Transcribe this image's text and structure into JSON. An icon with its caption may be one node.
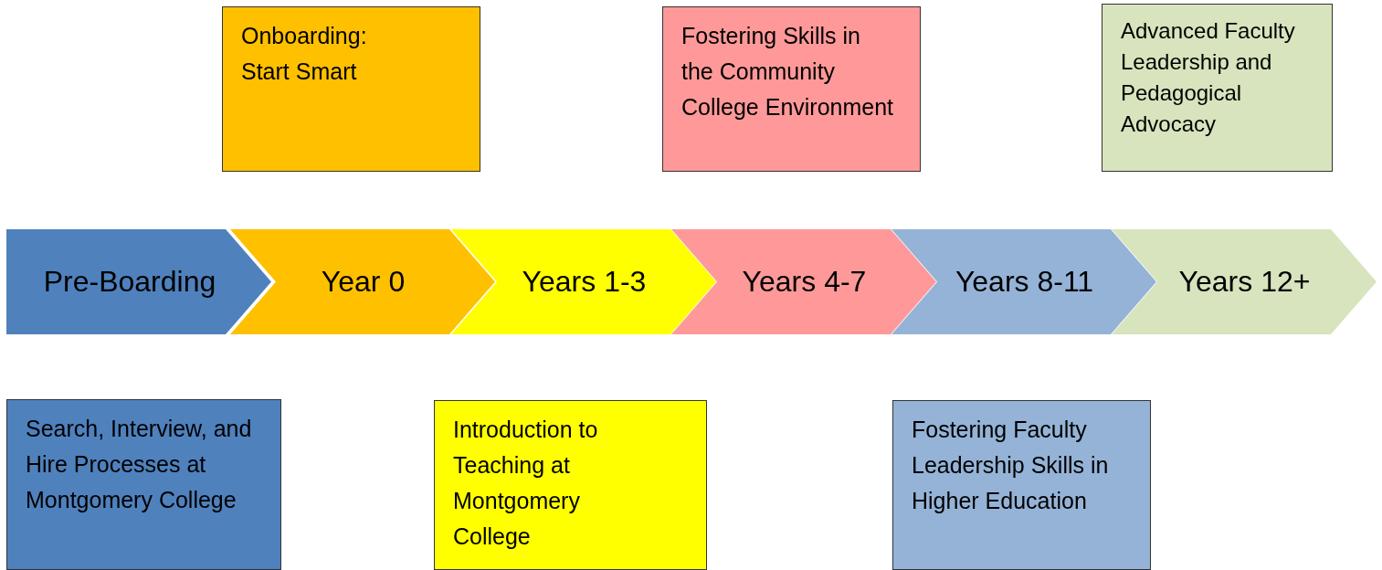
{
  "diagram": {
    "nodes": [
      {
        "text": [
          "Onboarding: Start Smart"
        ]
      },
      {
        "text": [
          "Fostering Skills in the Community College Environment"
        ]
      },
      {
        "text": [
          "Advanced Faculty Leadership and Pedagogical Advocacy"
        ]
      },
      {
        "text": [
          "Pre-Boarding"
        ]
      },
      {
        "text": [
          "Year 0"
        ]
      },
      {
        "text": [
          "Years 1-3"
        ]
      },
      {
        "text": [
          "Years 4-7"
        ]
      },
      {
        "text": [
          "Years 8-11"
        ]
      },
      {
        "text": [
          "Years 12+"
        ]
      },
      {
        "text": [
          "Search, Interview, and Hire Processes at Montgomery College"
        ]
      },
      {
        "text": [
          "Introduction to Teaching at Montgomery College"
        ]
      },
      {
        "text": [
          "Fostering Faculty Leadership Skills in Higher Education"
        ]
      }
    ]
  }
}
